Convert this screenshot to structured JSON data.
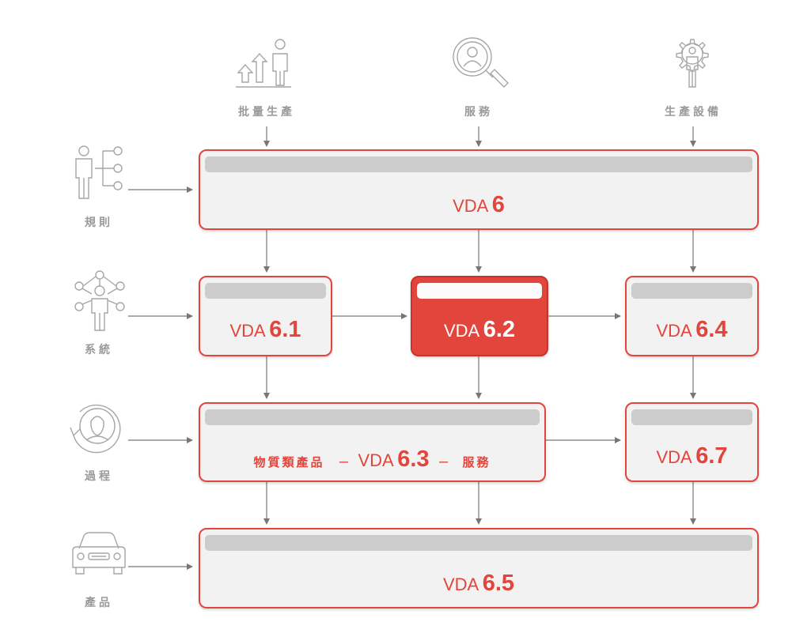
{
  "inputs": {
    "mass_production": "批量生產",
    "service": "服務",
    "production_equipment": "生產設備"
  },
  "sides": {
    "rules": "規則",
    "system": "系統",
    "process": "過程",
    "product": "產品"
  },
  "boxes": {
    "vda6": {
      "prefix": "VDA",
      "number": "6"
    },
    "vda61": {
      "prefix": "VDA",
      "number": "6.1"
    },
    "vda62": {
      "prefix": "VDA",
      "number": "6.2"
    },
    "vda64": {
      "prefix": "VDA",
      "number": "6.4"
    },
    "vda63": {
      "left": "物質類產品",
      "dash": "–",
      "prefix": "VDA",
      "number": "6.3",
      "dash2": "–",
      "right": "服務"
    },
    "vda67": {
      "prefix": "VDA",
      "number": "6.7"
    },
    "vda65": {
      "prefix": "VDA",
      "number": "6.5"
    }
  },
  "colors": {
    "accent": "#e2453c",
    "line": "#777777",
    "icon": "#a6a6a6",
    "caption": "#9a9a9a"
  },
  "icons": [
    "growth-person-icon",
    "search-person-icon",
    "gear-person-icon",
    "hierarchy-person-icon",
    "network-person-icon",
    "cycle-person-icon",
    "car-icon"
  ]
}
